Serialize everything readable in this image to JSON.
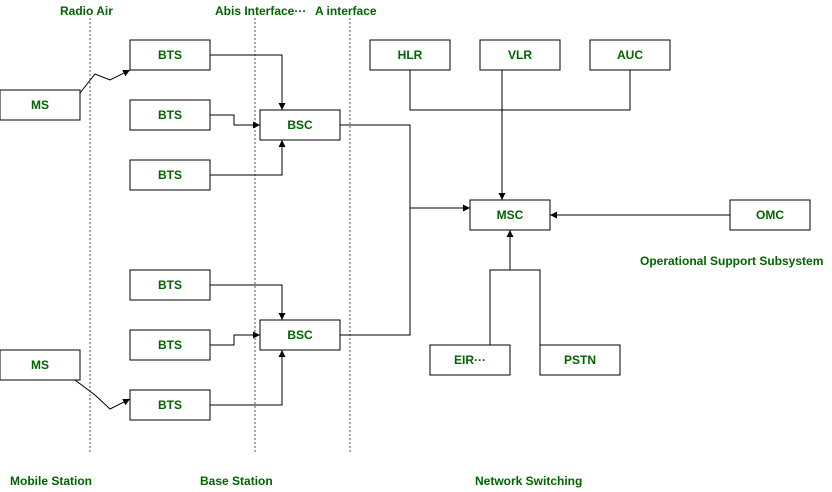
{
  "zones": {
    "radio_air": "Radio Air",
    "abis_interface": "Abis Interface···",
    "a_interface": "A interface"
  },
  "bottom_labels": {
    "mobile_station": "Mobile Station",
    "base_station": "Base Station",
    "network_switching": "Network Switching"
  },
  "side_labels": {
    "operational_support": "Operational Support Subsystem"
  },
  "nodes": {
    "ms_top": "MS",
    "ms_bottom": "MS",
    "bts_1": "BTS",
    "bts_2": "BTS",
    "bts_3": "BTS",
    "bts_4": "BTS",
    "bts_5": "BTS",
    "bts_6": "BTS",
    "bsc_top": "BSC",
    "bsc_bottom": "BSC",
    "hlr": "HLR",
    "vlr": "VLR",
    "auc": "AUC",
    "msc": "MSC",
    "omc": "OMC",
    "eir": "EIR···",
    "pstn": "PSTN"
  },
  "colors": {
    "label_green": "#006400",
    "line": "#000000"
  }
}
